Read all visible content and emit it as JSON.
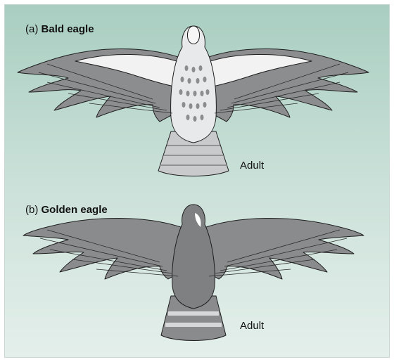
{
  "panels": [
    {
      "letter": "(a)",
      "name": "Bald eagle",
      "age": "Adult"
    },
    {
      "letter": "(b)",
      "name": "Golden eagle",
      "age": "Adult"
    }
  ],
  "colors": {
    "background_top": "#a9cec1",
    "background_bottom": "#e4efeb",
    "feather_gray": "#8a8b8d",
    "feather_light": "#cfd1d2",
    "outline": "#1e1e1e",
    "white_marking": "#ffffff"
  }
}
